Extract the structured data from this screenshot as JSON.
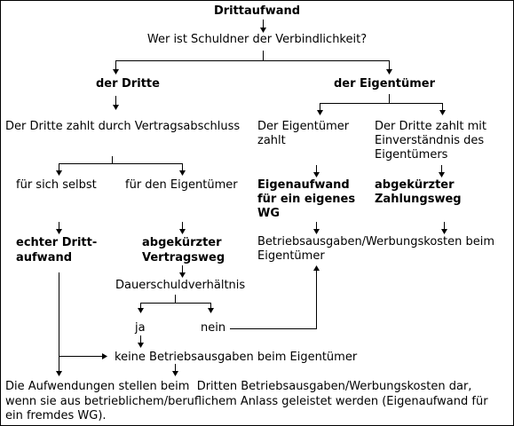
{
  "title": "Drittaufwand",
  "question": "Wer ist Schuldner der Verbindlichkeit?",
  "third_party": {
    "label": "der Dritte",
    "pays_by_contract": "Der Dritte zahlt durch Vertragsabschluss",
    "for_self": "für sich selbst",
    "for_owner": "für den Eigentümer",
    "genuine_third_party_expense": [
      "echter Dritt-",
      "aufwand"
    ],
    "shortened_contract_route": [
      "abgekürzter",
      "Vertragsweg"
    ],
    "continuing_obligation": "Dauerschuldverhältnis",
    "yes": "ja",
    "no": "nein",
    "no_business_expenses": "keine Betriebsausgaben beim Eigentümer"
  },
  "owner": {
    "label": "der Eigentümer",
    "owner_pays": [
      "Der Eigentümer",
      "zahlt"
    ],
    "third_pays_with_consent": [
      "Der Dritte zahlt mit",
      "Einverständnis des",
      "Eigentümers"
    ],
    "own_expense": [
      "Eigenaufwand",
      "für ein eigenes",
      "WG"
    ],
    "shortened_payment_route": [
      "abgekürzter",
      "Zahlungsweg"
    ],
    "business_expenses": [
      "Betriebsausgaben/Werbungskosten beim",
      "Eigentümer"
    ]
  },
  "conclusion": [
    "Die Aufwendungen stellen beim  Dritten Betriebsausgaben/Werbungskosten dar,",
    "wenn sie aus betrieblichem/beruflichem Anlass geleistet werden (Eigenaufwand für",
    "ein fremdes WG)."
  ],
  "colors": {
    "background": "#ffffff",
    "text": "#000000",
    "lines": "#000000"
  }
}
